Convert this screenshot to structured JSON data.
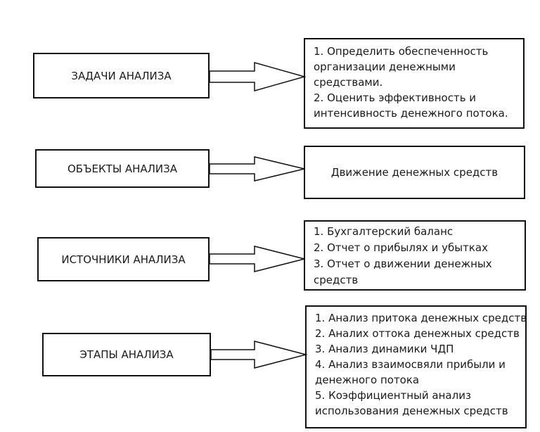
{
  "rows": [
    {
      "label": "ЗАДАЧИ АНАЛИЗА",
      "lines": [
        "1. Определить обеспеченность",
        "организации денежными",
        "средствами.",
        "2. Оценить эффективность и",
        "интенсивность денежного потока."
      ]
    },
    {
      "label": "ОБЪЕКТЫ АНАЛИЗА",
      "lines": [
        "Движение денежных средств"
      ]
    },
    {
      "label": "ИСТОЧНИКИ АНАЛИЗА",
      "lines": [
        "1. Бухгалтерский баланс",
        "2. Отчет о прибылях и убытках",
        "3. Отчет о движении денежных",
        "средств"
      ]
    },
    {
      "label": "ЭТАПЫ АНАЛИЗА",
      "lines": [
        "1. Анализ притока денежных средств",
        "2. Аналих оттока денежных средств",
        "3. Анализ динамики ЧДП",
        "4. Анализ взаимосвяли прибыли и",
        "денежного потока",
        "5. Коэффициентный анализ",
        "использования денежных средств"
      ]
    }
  ]
}
